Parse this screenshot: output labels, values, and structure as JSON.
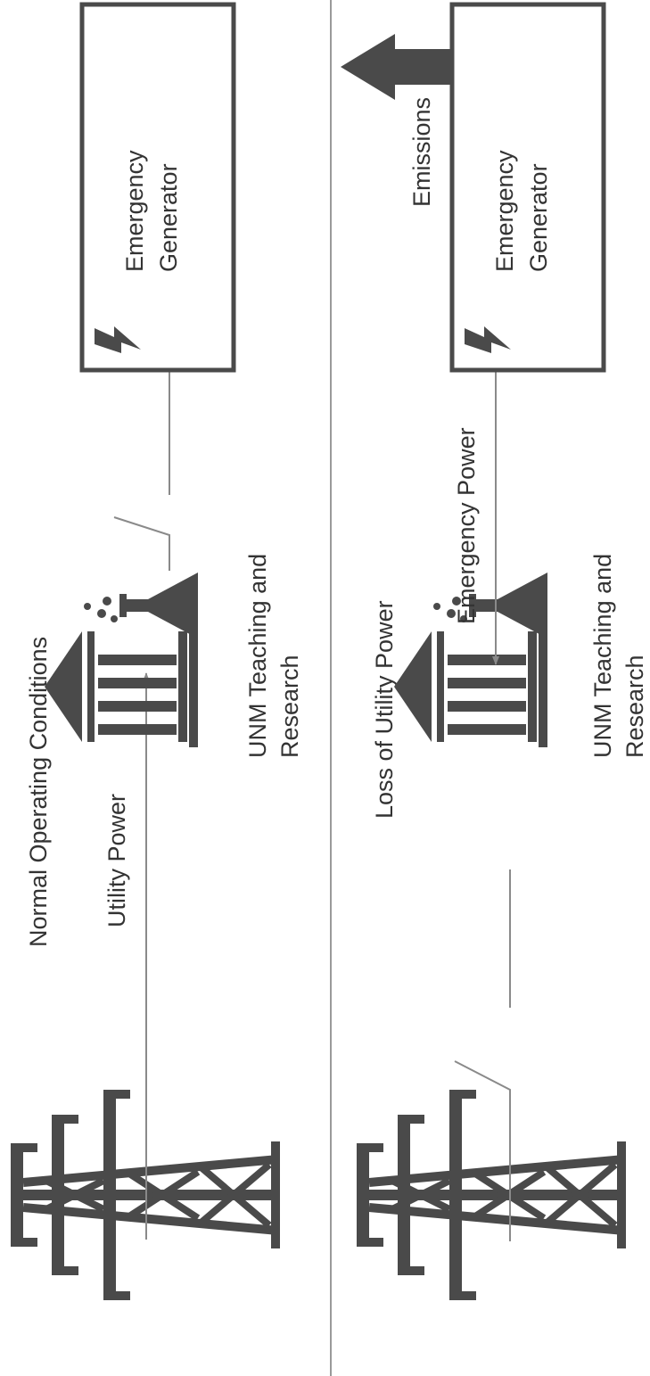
{
  "panels": {
    "normal": {
      "title": "Normal Operating Conditions",
      "flow_label": "Utility Power",
      "building_label_line1": "UNM Teaching and",
      "building_label_line2": "Research",
      "generator_label_line1": "Emergency",
      "generator_label_line2": "Generator"
    },
    "loss": {
      "title": "Loss of Utility Power",
      "flow_label": "Emergency Power",
      "emissions_label": "Emissions",
      "building_label_line1": "UNM Teaching and",
      "building_label_line2": "Research",
      "generator_label_line1": "Emergency",
      "generator_label_line2": "Generator"
    }
  },
  "colors": {
    "ink": "#4a4a4a",
    "line": "#8a8a8a",
    "text": "#333333",
    "divider": "#9a9a9a"
  },
  "icons": [
    "power-tower-icon",
    "university-building-icon",
    "lab-flask-icon",
    "lightning-bolt-icon",
    "arrow-icon"
  ]
}
